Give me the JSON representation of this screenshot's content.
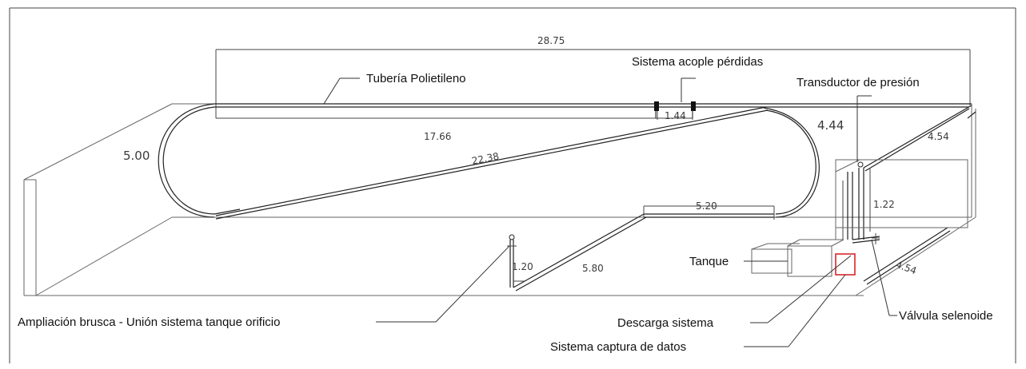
{
  "dimensions": {
    "top_span": "28.75",
    "upper_pipe": "17.66",
    "coupling": "1.44",
    "left_curve": "5.00",
    "diagonal": "22.38",
    "right_curve": "4.44",
    "right_upper": "4.54",
    "vertical_right": "1.22",
    "lower_run": "5.20",
    "lower_diagonal": "5.80",
    "left_riser": "1.20",
    "right_lower": "4.54"
  },
  "labels": {
    "pipe": "Tubería Polietileno",
    "coupling": "Sistema acople pérdidas",
    "transducer": "Transductor de presión",
    "tank": "Tanque",
    "expansion": "Ampliación brusca - Unión sistema tanque orificio",
    "discharge": "Descarga sistema",
    "valve": "Válvula selenoide",
    "capture": "Sistema captura de datos"
  },
  "colors": {
    "line": "#444444",
    "highlight_box": "#d9262b"
  }
}
